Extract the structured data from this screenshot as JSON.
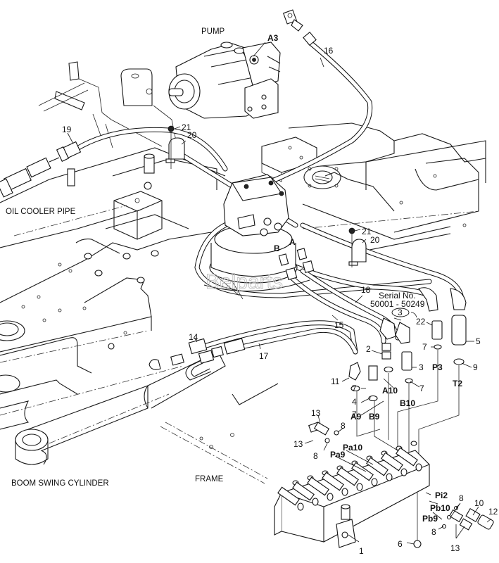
{
  "diagram": {
    "titles": {
      "pump": "PUMP",
      "oil_cooler_pipe": "OIL COOLER PIPE",
      "boom_swing_cylinder": "BOOM SWING CYLINDER",
      "frame": "FRAME"
    },
    "watermark": "Belparts",
    "serial_note": {
      "line1": "Serial No.",
      "line2": "50001 - 50249",
      "ref": "3"
    },
    "port_labels": [
      {
        "id": "A3",
        "text": "A3"
      },
      {
        "id": "A",
        "text": "A"
      },
      {
        "id": "B",
        "text": "B"
      },
      {
        "id": "P3",
        "text": "P3"
      },
      {
        "id": "T2",
        "text": "T2"
      },
      {
        "id": "A10",
        "text": "A10"
      },
      {
        "id": "B10",
        "text": "B10"
      },
      {
        "id": "A9",
        "text": "A9"
      },
      {
        "id": "B9",
        "text": "B9"
      },
      {
        "id": "Pa10",
        "text": "Pa10"
      },
      {
        "id": "Pa9",
        "text": "Pa9"
      },
      {
        "id": "Pi2",
        "text": "Pi2"
      },
      {
        "id": "Pb10",
        "text": "Pb10"
      },
      {
        "id": "Pb9",
        "text": "Pb9"
      }
    ],
    "callouts": [
      {
        "id": "c16",
        "text": "16"
      },
      {
        "id": "c19",
        "text": "19"
      },
      {
        "id": "c21a",
        "text": "21"
      },
      {
        "id": "c20a",
        "text": "20"
      },
      {
        "id": "c21b",
        "text": "21"
      },
      {
        "id": "c20b",
        "text": "20"
      },
      {
        "id": "c18",
        "text": "18"
      },
      {
        "id": "c15",
        "text": "15"
      },
      {
        "id": "c22",
        "text": "22"
      },
      {
        "id": "c5",
        "text": "5"
      },
      {
        "id": "c7a",
        "text": "7"
      },
      {
        "id": "c9",
        "text": "9"
      },
      {
        "id": "c2",
        "text": "2"
      },
      {
        "id": "c3",
        "text": "3"
      },
      {
        "id": "c7b",
        "text": "7"
      },
      {
        "id": "c14",
        "text": "14"
      },
      {
        "id": "c17",
        "text": "17"
      },
      {
        "id": "c11",
        "text": "11"
      },
      {
        "id": "c7c",
        "text": "7"
      },
      {
        "id": "c4",
        "text": "4"
      },
      {
        "id": "c7d",
        "text": "7"
      },
      {
        "id": "c13a",
        "text": "13"
      },
      {
        "id": "c8a",
        "text": "8"
      },
      {
        "id": "c13b",
        "text": "13"
      },
      {
        "id": "c8b",
        "text": "8"
      },
      {
        "id": "c8c",
        "text": "8"
      },
      {
        "id": "c10",
        "text": "10"
      },
      {
        "id": "c12",
        "text": "12"
      },
      {
        "id": "c8d",
        "text": "8"
      },
      {
        "id": "c13c",
        "text": "13"
      },
      {
        "id": "c6",
        "text": "6"
      },
      {
        "id": "c1",
        "text": "1"
      }
    ]
  }
}
